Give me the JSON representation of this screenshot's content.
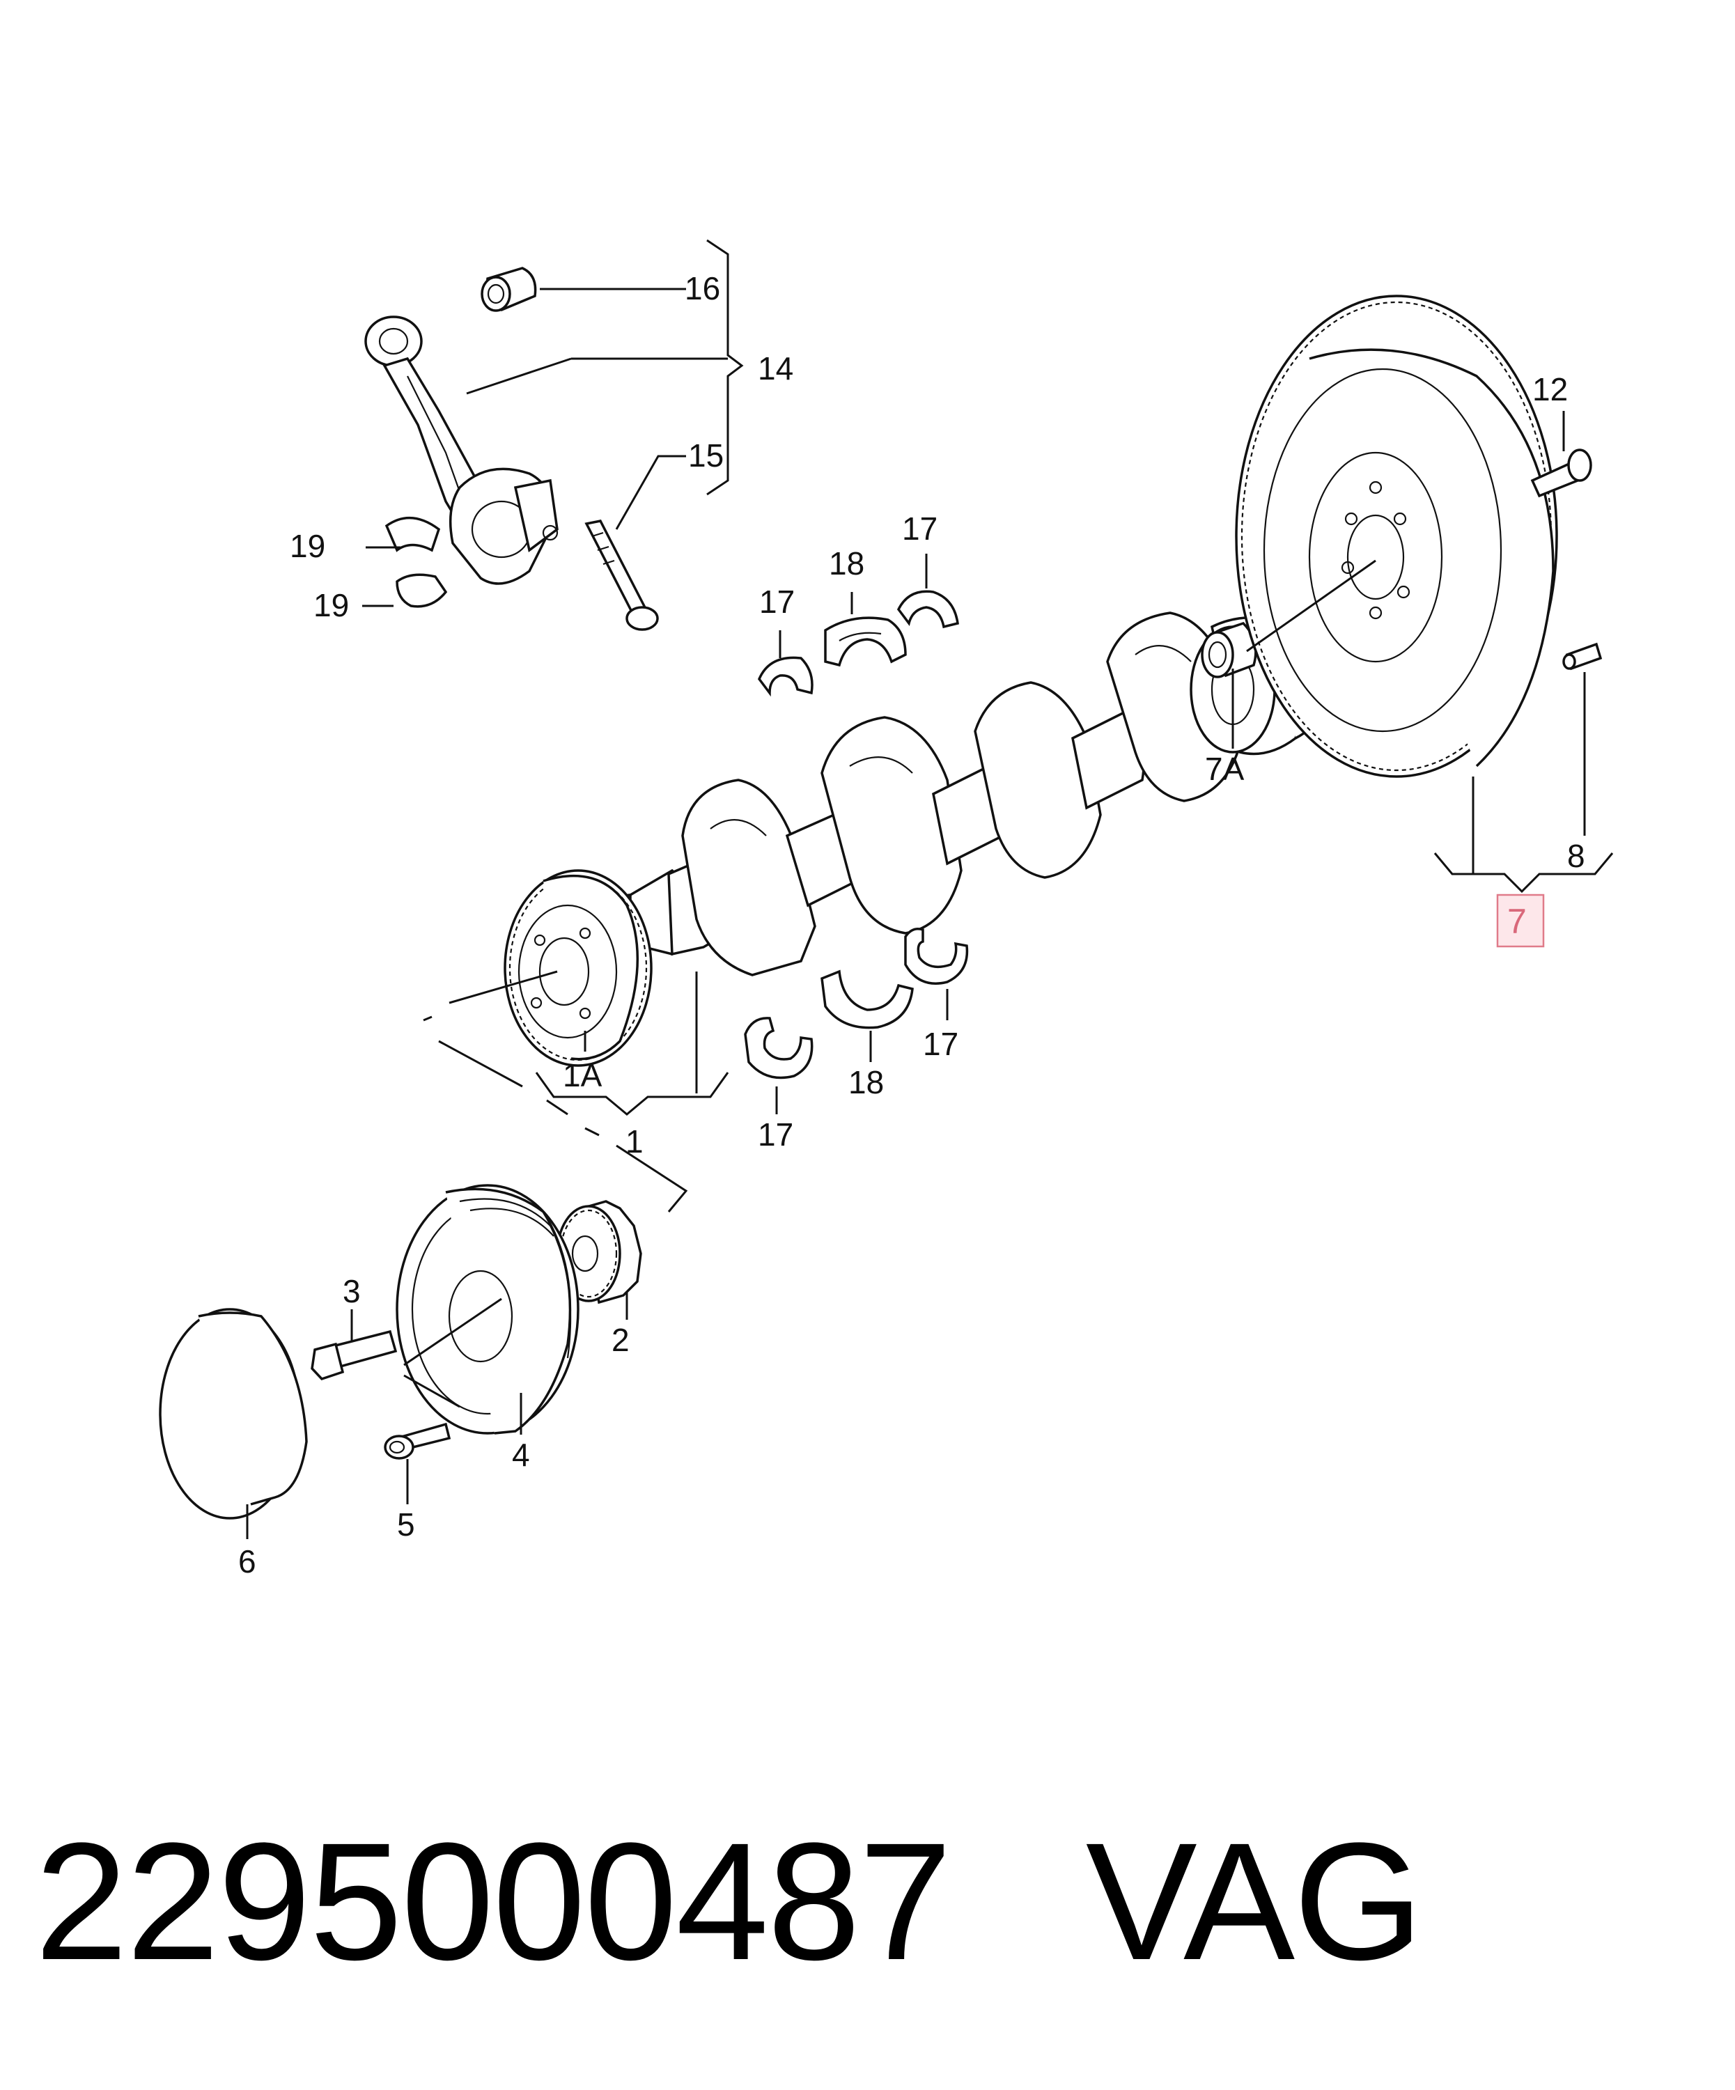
{
  "callouts": {
    "c16": "16",
    "c14": "14",
    "c15": "15",
    "c19a": "19",
    "c19b": "19",
    "c17a": "17",
    "c18a": "18",
    "c17b": "17",
    "c12": "12",
    "c7a": "7A",
    "c8": "8",
    "c7": "7",
    "c1a": "1A",
    "c1": "1",
    "c17c": "17",
    "c18b": "18",
    "c17d": "17",
    "c3": "3",
    "c2": "2",
    "c4": "4",
    "c5": "5",
    "c6": "6"
  },
  "footer": {
    "part_number": "2295000487",
    "brand": "VAG"
  },
  "colors": {
    "highlight_fill": "#fde7ea",
    "highlight_stroke": "#e07b8a",
    "highlight_text": "#d9687a",
    "line": "#111111"
  }
}
